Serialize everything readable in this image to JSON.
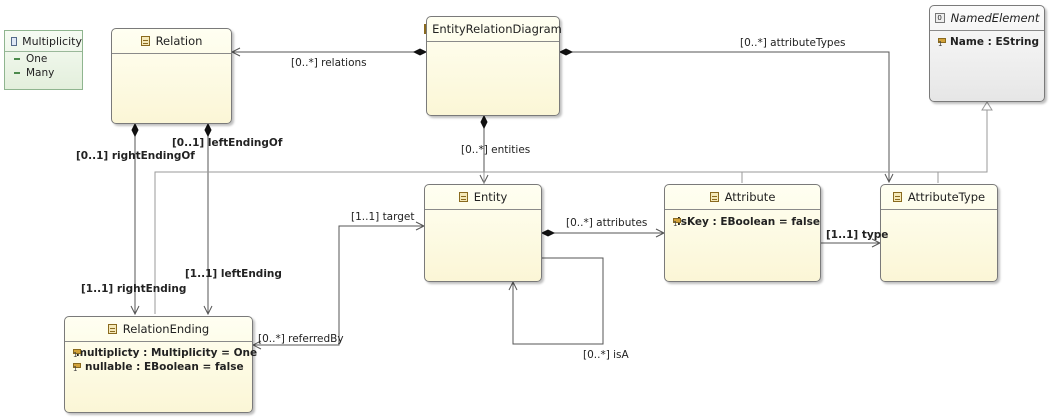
{
  "enums": [
    {
      "name": "Multiplicity",
      "literals": [
        "One",
        "Many"
      ]
    }
  ],
  "classes": {
    "relation": {
      "name": "Relation",
      "attributes": []
    },
    "erd": {
      "name": "EntityRelationDiagram",
      "attributes": []
    },
    "named_element": {
      "name": "NamedElement",
      "abstract": true,
      "attributes": [
        "Name : EString"
      ]
    },
    "entity": {
      "name": "Entity",
      "attributes": []
    },
    "attribute": {
      "name": "Attribute",
      "attributes": [
        "isKey : EBoolean = false"
      ]
    },
    "attribute_type": {
      "name": "AttributeType",
      "attributes": []
    },
    "relation_ending": {
      "name": "RelationEnding",
      "attributes": [
        "multiplicty : Multiplicity = One",
        "nullable : EBoolean = false"
      ]
    }
  },
  "references": {
    "relations": "[0..*] relations",
    "attribute_types": "[0..*] attributeTypes",
    "entities": "[0..*] entities",
    "right_ending_of": "[0..1] rightEndingOf",
    "left_ending_of": "[0..1] leftEndingOf",
    "right_ending": "[1..1] rightEnding",
    "left_ending": "[1..1] leftEnding",
    "target": "[1..1] target",
    "referred_by": "[0..*] referredBy",
    "attributes": "[0..*] attributes",
    "type": "[1..1] type",
    "is_a": "[0..*] isA"
  }
}
